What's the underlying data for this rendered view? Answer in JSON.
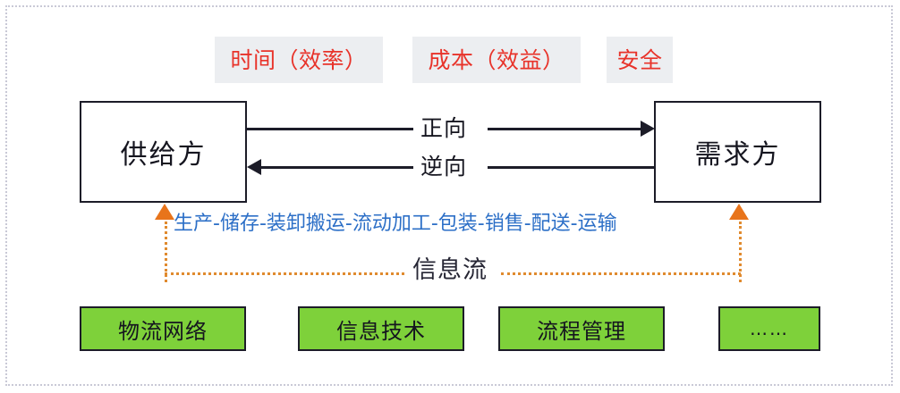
{
  "diagram": {
    "title_criteria": [
      {
        "id": "time",
        "label": "时间（效率）"
      },
      {
        "id": "cost",
        "label": "成本（效益）"
      },
      {
        "id": "safety",
        "label": "安全"
      }
    ],
    "parties": {
      "supplier": "供给方",
      "demander": "需求方"
    },
    "flows": {
      "forward": "正向",
      "reverse": "逆向",
      "information": "信息流"
    },
    "process_chain": {
      "text": "生产-储存-装卸搬运-流动加工-包装-销售-配送-运输",
      "steps": [
        "生产",
        "储存",
        "装卸搬运",
        "流动加工",
        "包装",
        "销售",
        "配送",
        "运输"
      ]
    },
    "enablers": [
      {
        "id": "network",
        "label": "物流网络"
      },
      {
        "id": "infotech",
        "label": "信息技术"
      },
      {
        "id": "process",
        "label": "流程管理"
      },
      {
        "id": "more",
        "label": "……"
      }
    ],
    "colors": {
      "criteria_text": "#e8332a",
      "criteria_bg": "#eceef1",
      "chain_text": "#2c6fc7",
      "information_flow": "#e8741b",
      "enabler_bg": "#7ed13a",
      "outline": "#1c1c28",
      "frame": "#c9c9d6"
    }
  }
}
